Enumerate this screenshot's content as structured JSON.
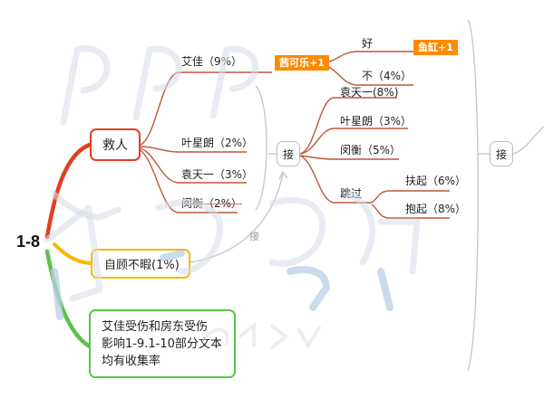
{
  "root": {
    "label": "1-8"
  },
  "branches": {
    "rescue": {
      "label": "救人"
    },
    "self": {
      "label": "自顾不暇(1%)"
    },
    "note": {
      "label": "艾佳受伤和房东受伤\n影响1-9.1-10部分文本\n均有收集率"
    }
  },
  "rescue_options": [
    {
      "label": "艾佳（9%）",
      "tag": "茜可乐+1"
    },
    {
      "label": "叶星朗（2%）"
    },
    {
      "label": "袁天一（3%）"
    },
    {
      "label": "闵衡（2%）"
    }
  ],
  "aijia_replies": [
    {
      "label": "好",
      "tag": "鱼缸+1"
    },
    {
      "label": "不（4%）"
    }
  ],
  "join_label": "接",
  "link_label": "接",
  "after_join": [
    {
      "label": "袁天一(8%)"
    },
    {
      "label": "叶星朗（3%）"
    },
    {
      "label": "闵衡（5%）"
    },
    {
      "label": "跳过"
    }
  ],
  "skip_children": [
    {
      "label": "扶起（6%）"
    },
    {
      "label": "抱起（8%）"
    }
  ],
  "next_label": "接",
  "colors": {
    "red": "#e04020",
    "orange": "#f5b800",
    "green": "#5cc24a",
    "connector": "#c0563a",
    "gray": "#c8c8c8",
    "tag": "#ff8a00"
  },
  "icons": [
    "watermark-ppp-logo"
  ]
}
